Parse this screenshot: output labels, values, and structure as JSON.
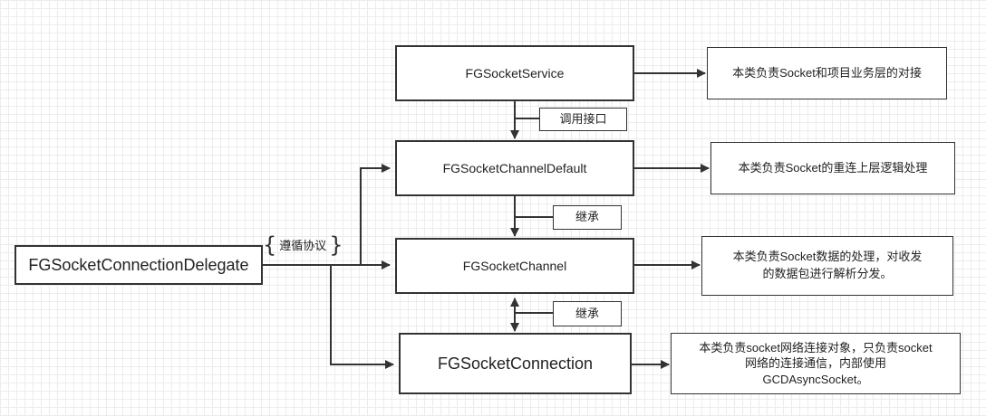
{
  "nodes": {
    "service": "FGSocketService",
    "channel_default": "FGSocketChannelDefault",
    "channel": "FGSocketChannel",
    "connection": "FGSocketConnection",
    "delegate": "FGSocketConnectionDelegate"
  },
  "notes": {
    "service": "本类负责Socket和项目业务层的对接",
    "channel_default": "本类负责Socket的重连上层逻辑处理",
    "channel_line1": "本类负责Socket数据的处理，对收发",
    "channel_line2": "的数据包进行解析分发。",
    "connection_line1": "本类负责socket网络连接对象，只负责socket",
    "connection_line2": "网络的连接通信，内部使用",
    "connection_line3": "GCDAsyncSocket。"
  },
  "labels": {
    "call_interface": "调用接口",
    "inherit_1": "继承",
    "inherit_2": "继承",
    "follow_protocol": "遵循协议"
  },
  "colors": {
    "line": "#333333",
    "grid": "#ececec"
  }
}
